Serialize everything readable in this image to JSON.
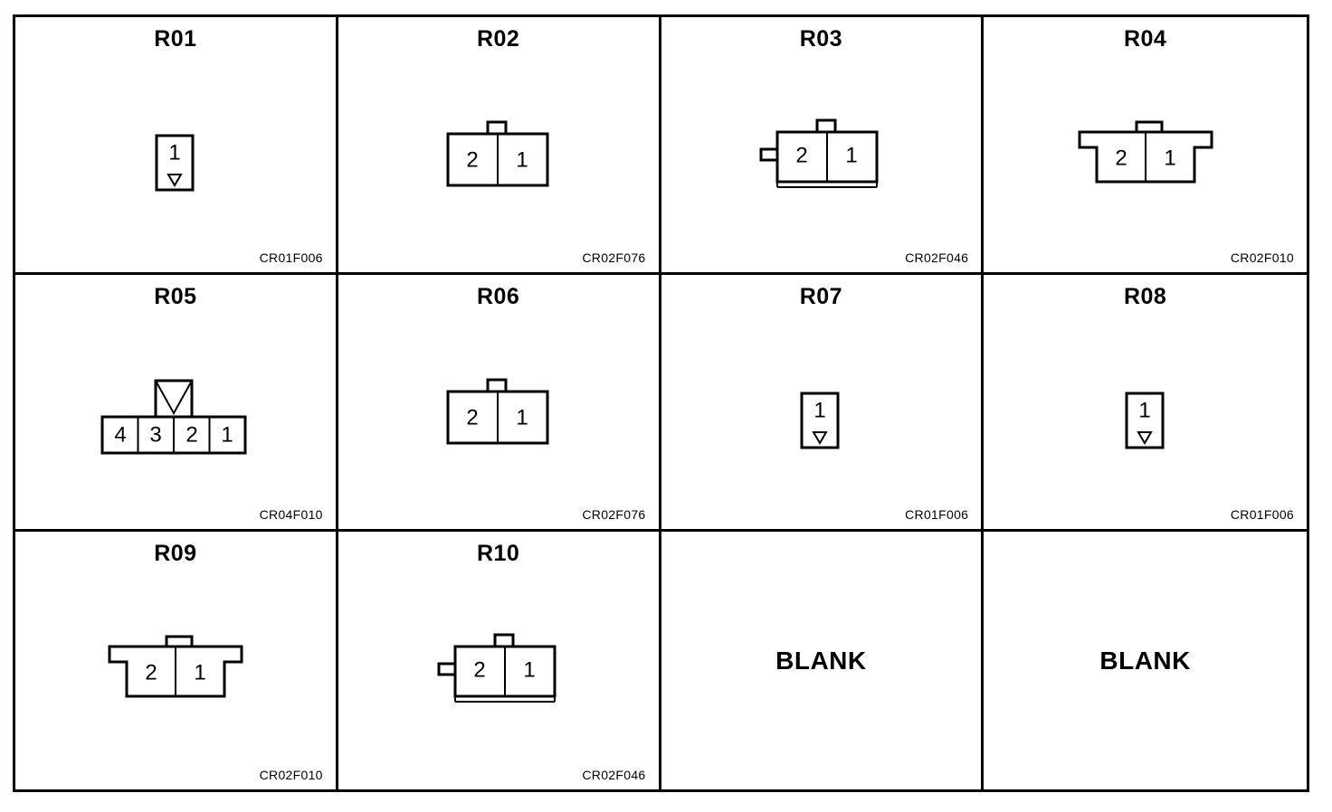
{
  "cells": [
    {
      "id": "R01",
      "type": "single",
      "pins": [
        "1"
      ],
      "code": "CR01F006"
    },
    {
      "id": "R02",
      "type": "plain2",
      "pins": [
        "2",
        "1"
      ],
      "code": "CR02F076"
    },
    {
      "id": "R03",
      "type": "side2",
      "pins": [
        "2",
        "1"
      ],
      "code": "CR02F046"
    },
    {
      "id": "R04",
      "type": "wing2",
      "pins": [
        "2",
        "1"
      ],
      "code": "CR02F010"
    },
    {
      "id": "R05",
      "type": "four",
      "pins": [
        "4",
        "3",
        "2",
        "1"
      ],
      "code": "CR04F010"
    },
    {
      "id": "R06",
      "type": "plain2",
      "pins": [
        "2",
        "1"
      ],
      "code": "CR02F076"
    },
    {
      "id": "R07",
      "type": "single",
      "pins": [
        "1"
      ],
      "code": "CR01F006"
    },
    {
      "id": "R08",
      "type": "single",
      "pins": [
        "1"
      ],
      "code": "CR01F006"
    },
    {
      "id": "R09",
      "type": "wing2",
      "pins": [
        "2",
        "1"
      ],
      "code": "CR02F010"
    },
    {
      "id": "R10",
      "type": "side2",
      "pins": [
        "2",
        "1"
      ],
      "code": "CR02F046"
    },
    {
      "id": "",
      "type": "blank",
      "label": "BLANK"
    },
    {
      "id": "",
      "type": "blank",
      "label": "BLANK"
    }
  ]
}
